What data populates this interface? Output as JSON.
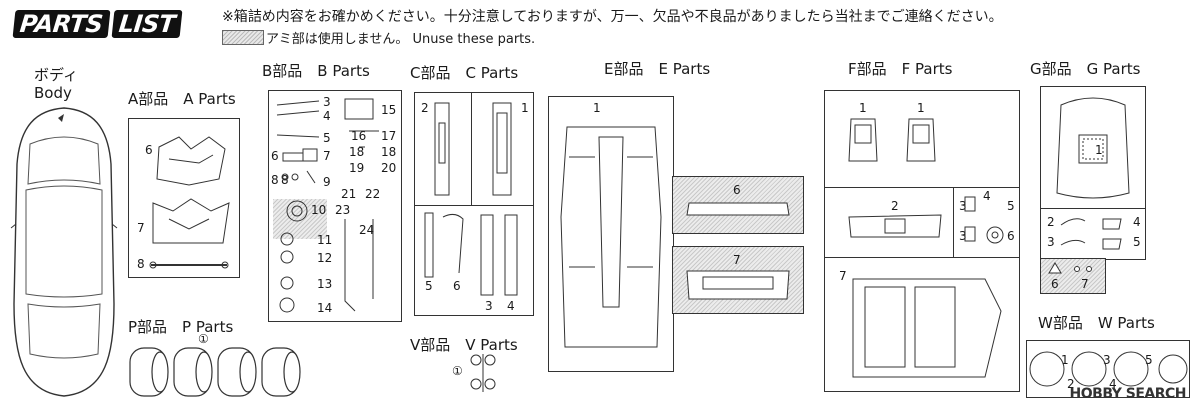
{
  "header": {
    "title_left": "PARTS",
    "title_right": "LIST",
    "notice": "※箱詰め内容をお確かめください。十分注意しておりますが、万一、欠品や不良品がありましたら当社までご連絡ください。",
    "unused_note": "アミ部は使用しません。 Unuse these parts."
  },
  "sections": {
    "body": {
      "ja": "ボディ",
      "en": "Body"
    },
    "a": {
      "label": "A部品　A Parts",
      "numbers": [
        "6",
        "7",
        "8"
      ]
    },
    "b": {
      "label": "B部品　B Parts",
      "numbers": [
        "3",
        "4",
        "5",
        "6",
        "7",
        "8",
        "8",
        "9",
        "10",
        "11",
        "12",
        "13",
        "14",
        "15",
        "16",
        "17",
        "18",
        "18",
        "19",
        "20",
        "21",
        "22",
        "23",
        "24"
      ]
    },
    "c": {
      "label": "C部品　C Parts",
      "numbers": [
        "2",
        "1",
        "5",
        "6",
        "3",
        "4"
      ]
    },
    "e": {
      "label": "E部品　E Parts",
      "numbers": [
        "1",
        "6",
        "7"
      ]
    },
    "f": {
      "label": "F部品　F Parts",
      "numbers": [
        "1",
        "1",
        "2",
        "3",
        "3",
        "4",
        "5",
        "6",
        "7"
      ]
    },
    "g": {
      "label": "G部品　G Parts",
      "numbers": [
        "1",
        "2",
        "3",
        "4",
        "5",
        "6",
        "7"
      ]
    },
    "p": {
      "label": "P部品　P Parts",
      "marker": "①"
    },
    "v": {
      "label": "V部品　V Parts",
      "marker": "①"
    },
    "w": {
      "label": "W部品　W Parts",
      "numbers": [
        "1",
        "2",
        "3",
        "4",
        "5"
      ]
    }
  },
  "watermark": "HOBBY SEARCH"
}
